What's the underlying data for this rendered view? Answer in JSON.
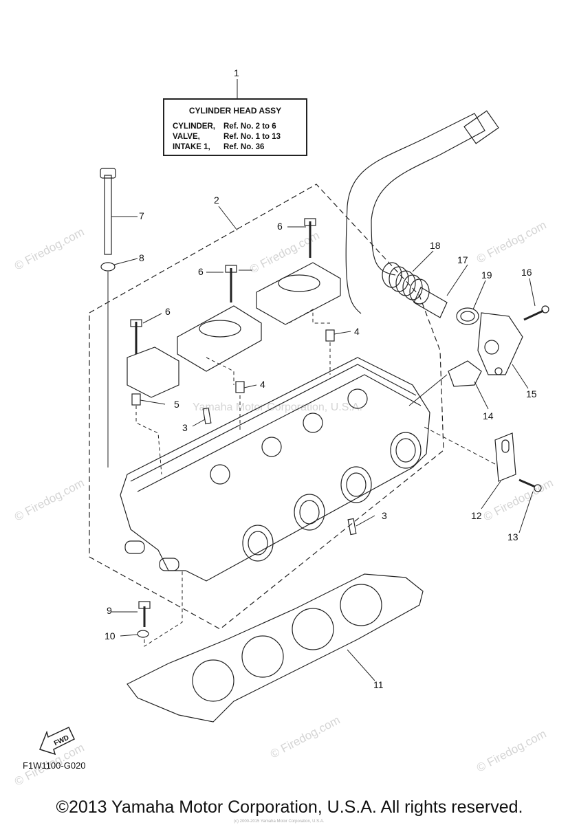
{
  "legend": {
    "callout": "1",
    "title": "CYLINDER HEAD ASSY",
    "rows": [
      {
        "name": "CYLINDER,",
        "ref": "Ref. No. 2 to 6"
      },
      {
        "name": "VALVE,",
        "ref": "Ref. No. 1 to 13"
      },
      {
        "name": "INTAKE 1,",
        "ref": "Ref. No. 36"
      }
    ]
  },
  "callouts": {
    "c2": "2",
    "c3a": "3",
    "c3b": "3",
    "c4a": "4",
    "c4b": "4",
    "c5": "5",
    "c6a": "6",
    "c6b": "6",
    "c6c": "6",
    "c7": "7",
    "c8": "8",
    "c9": "9",
    "c10": "10",
    "c11": "11",
    "c12": "12",
    "c13": "13",
    "c14": "14",
    "c15": "15",
    "c16": "16",
    "c17": "17",
    "c18": "18",
    "c19": "19"
  },
  "fwd_label": "FWD",
  "diagram_code": "F1W1100-G020",
  "copyright": "©2013 Yamaha Motor Corporation, U.S.A. All rights reserved.",
  "watermarks": {
    "firedog": "© Firedog.com",
    "yamaha": "Yamaha Motor Corporation, U.S.A.",
    "tiny": "(c) 2000-2015 Yamaha Motor Corporation, U.S.A."
  }
}
